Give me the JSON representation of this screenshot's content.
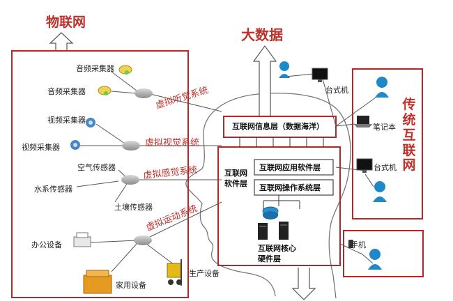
{
  "titles": {
    "iot": "物联网",
    "big_data": "大数据",
    "traditional_internet": "传统互联网"
  },
  "virtual_systems": {
    "hearing": "虚拟听觉系统",
    "vision": "虚拟视觉系统",
    "sensation": "虚拟感觉系统",
    "motion": "虚拟运动系统"
  },
  "iot_devices": {
    "audio1": "音频采集器",
    "audio2": "音频采集器",
    "video1": "视频采集器",
    "video2": "视频采集器",
    "air_sensor": "空气传感器",
    "water_sensor": "水系传感器",
    "soil_sensor": "土壤传感器",
    "office": "办公设备",
    "home": "家用设备",
    "production": "生产设备"
  },
  "internet_layers": {
    "info_layer": "互联网信息层（数据海洋）",
    "software_layer": "互联网\n软件层",
    "app_software": "互联网应用软件层",
    "os_layer": "互联网操作系统层",
    "core_hardware": "互联网核心\n硬件层"
  },
  "terminals": {
    "desktop1": "台式机",
    "laptop": "笔记本",
    "desktop2": "台式机",
    "phone": "手机"
  },
  "colors": {
    "frame_red": "#b3262b",
    "title_red": "#c0302a",
    "person_blue": "#1e88c8",
    "hub_gray": "#a9a9a9"
  }
}
